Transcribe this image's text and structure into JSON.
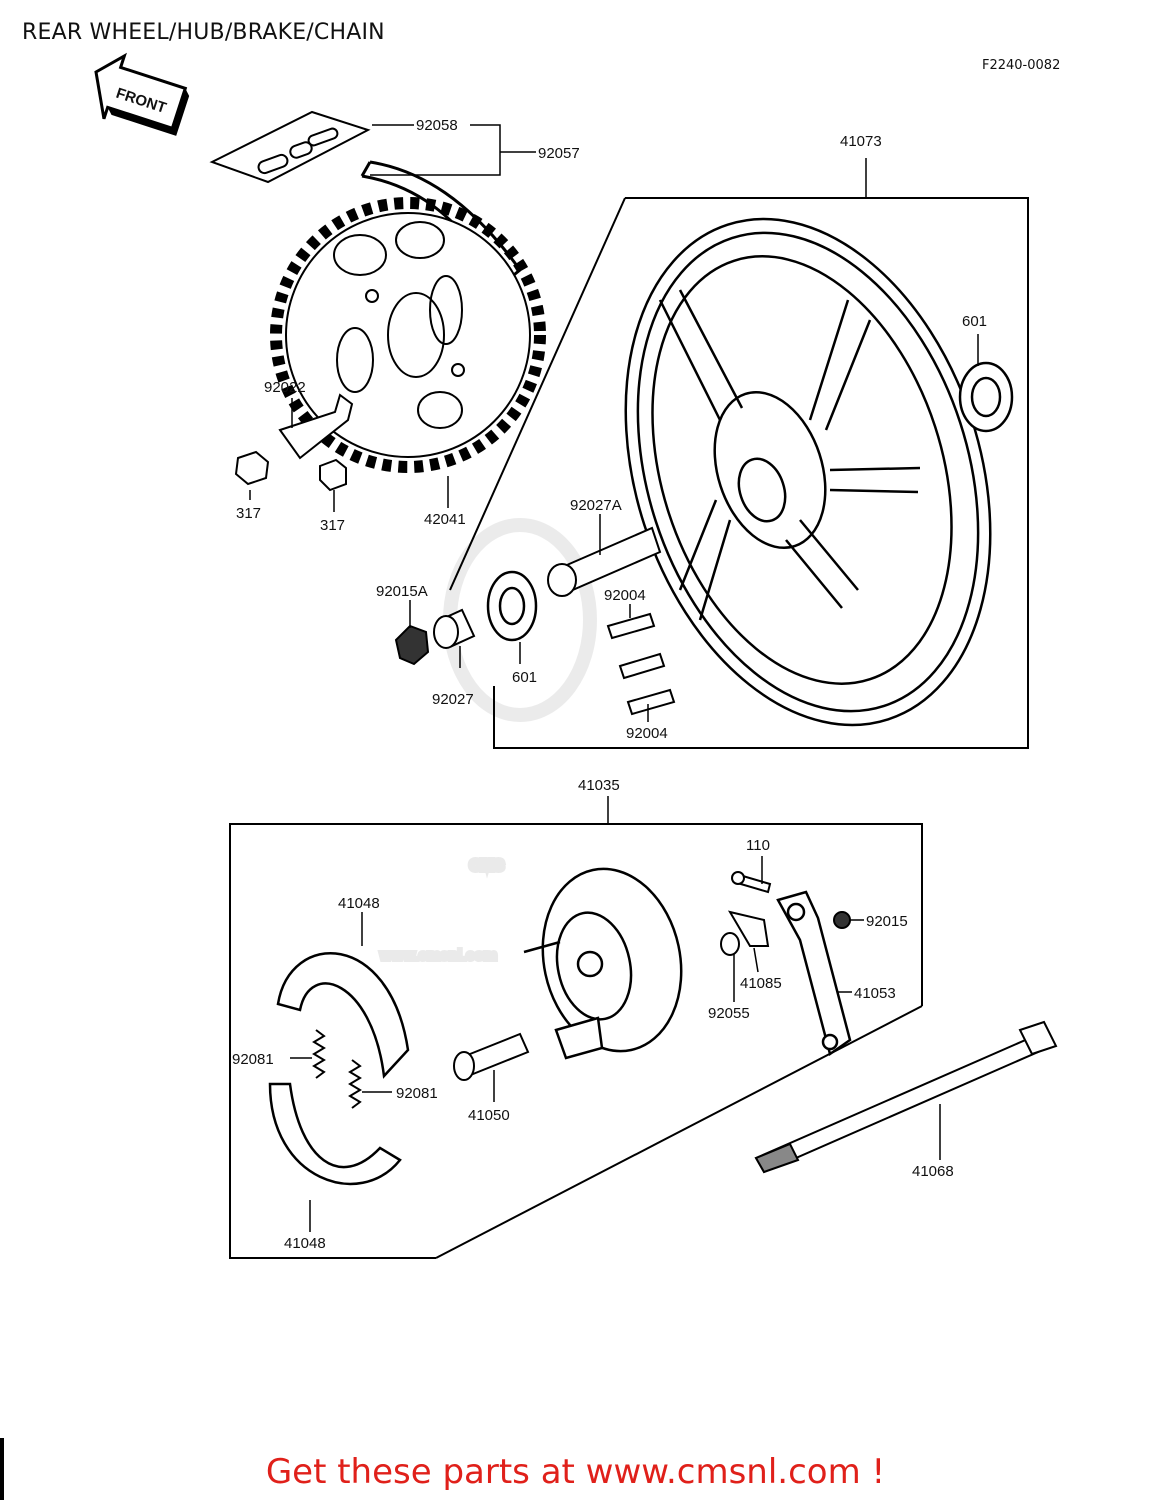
{
  "header": {
    "title": "REAR WHEEL/HUB/BRAKE/CHAIN",
    "code": "F2240-0082",
    "front_label": "FRONT"
  },
  "callouts": {
    "c92058": "92058",
    "c92057": "92057",
    "c41073": "41073",
    "c601a": "601",
    "c92022": "92022",
    "c317a": "317",
    "c317b": "317",
    "c42041": "42041",
    "c92027A": "92027A",
    "c92015A": "92015A",
    "c92004a": "92004",
    "c601b": "601",
    "c92027": "92027",
    "c92004b": "92004",
    "c41035": "41035",
    "c110": "110",
    "c41048a": "41048",
    "c92015": "92015",
    "c41085": "41085",
    "c41053": "41053",
    "c92055": "92055",
    "c92081a": "92081",
    "c92081b": "92081",
    "c41050": "41050",
    "c41068": "41068",
    "c41048b": "41048"
  },
  "watermark": {
    "text": "www.cmsnl.com",
    "logo": "CMS"
  },
  "footer": {
    "text": "Get these parts at www.cmsnl.com !",
    "color": "#e0201a"
  }
}
